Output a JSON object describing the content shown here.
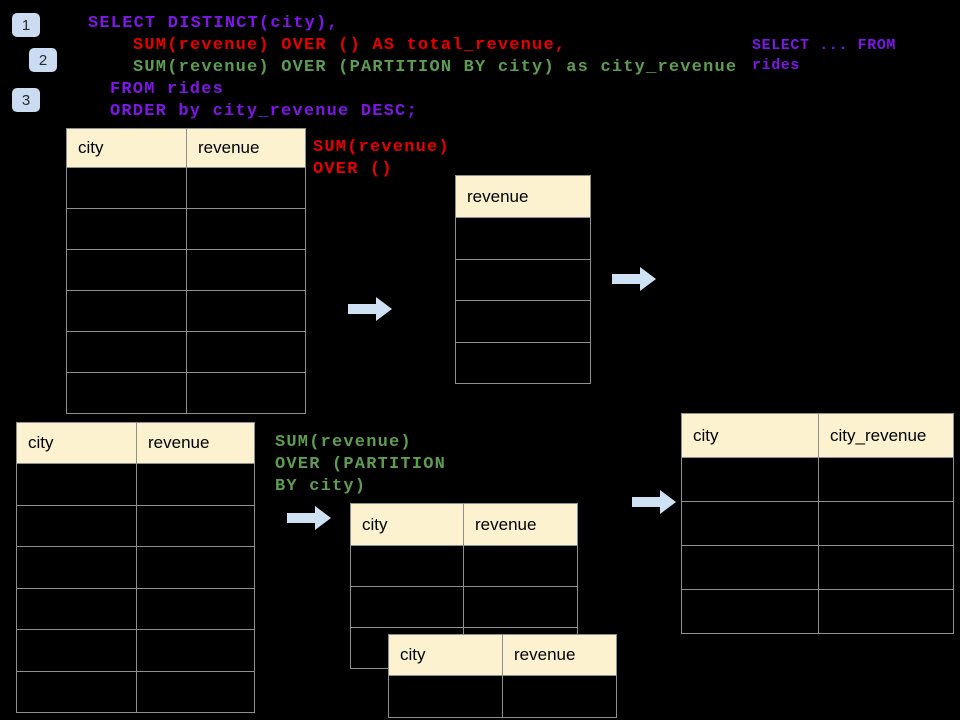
{
  "slide": {
    "background": "#000000"
  },
  "colors": {
    "keyword_purple": "#7E17E6",
    "total_red": "#E60000",
    "partition_green": "#5E9C52",
    "table_header_cream": "#FCF2CF",
    "arrow_blue": "#CFE2F3",
    "badge_blue": "#CBDCF2",
    "table_border_gray": "#8F8F8F"
  },
  "badges": [
    {
      "label": "1"
    },
    {
      "label": "2"
    },
    {
      "label": "3"
    }
  ],
  "code": {
    "lines": [
      {
        "text": "SELECT DISTINCT(city),",
        "color": "purple"
      },
      {
        "text": "SUM(revenue) OVER () AS total_revenue,",
        "color": "red"
      },
      {
        "text": "SUM(revenue) OVER (PARTITION BY city) as city_revenue",
        "color": "green"
      },
      {
        "text": "FROM rides",
        "color": "purple"
      },
      {
        "text": "ORDER by city_revenue DESC;",
        "color": "purple"
      }
    ]
  },
  "side_code": {
    "line1": "SELECT ... FROM",
    "line2": "rides"
  },
  "annotations": {
    "total_revenue": {
      "line1": "SUM(revenue)",
      "line2": "OVER ()"
    },
    "partition": {
      "line1": "SUM(revenue)",
      "line2": "OVER (PARTITION",
      "line3": "BY city)"
    }
  },
  "tables": {
    "source_top": {
      "headers": [
        "city",
        "revenue"
      ],
      "row_count": 6,
      "rows_empty": true
    },
    "total_result": {
      "headers": [
        "revenue"
      ],
      "row_count": 4,
      "rows_empty": true
    },
    "source_bottom": {
      "headers": [
        "city",
        "revenue"
      ],
      "row_count": 6,
      "rows_empty": true
    },
    "partition_mid": {
      "headers": [
        "city",
        "revenue"
      ],
      "row_count": 3,
      "rows_empty": true
    },
    "partition_front": {
      "headers": [
        "city",
        "revenue"
      ],
      "row_count": 1,
      "rows_empty": true
    },
    "final_result": {
      "headers": [
        "city",
        "city_revenue"
      ],
      "row_count": 4,
      "rows_empty": true
    }
  },
  "icons": {
    "arrow": "right-block-arrow"
  }
}
